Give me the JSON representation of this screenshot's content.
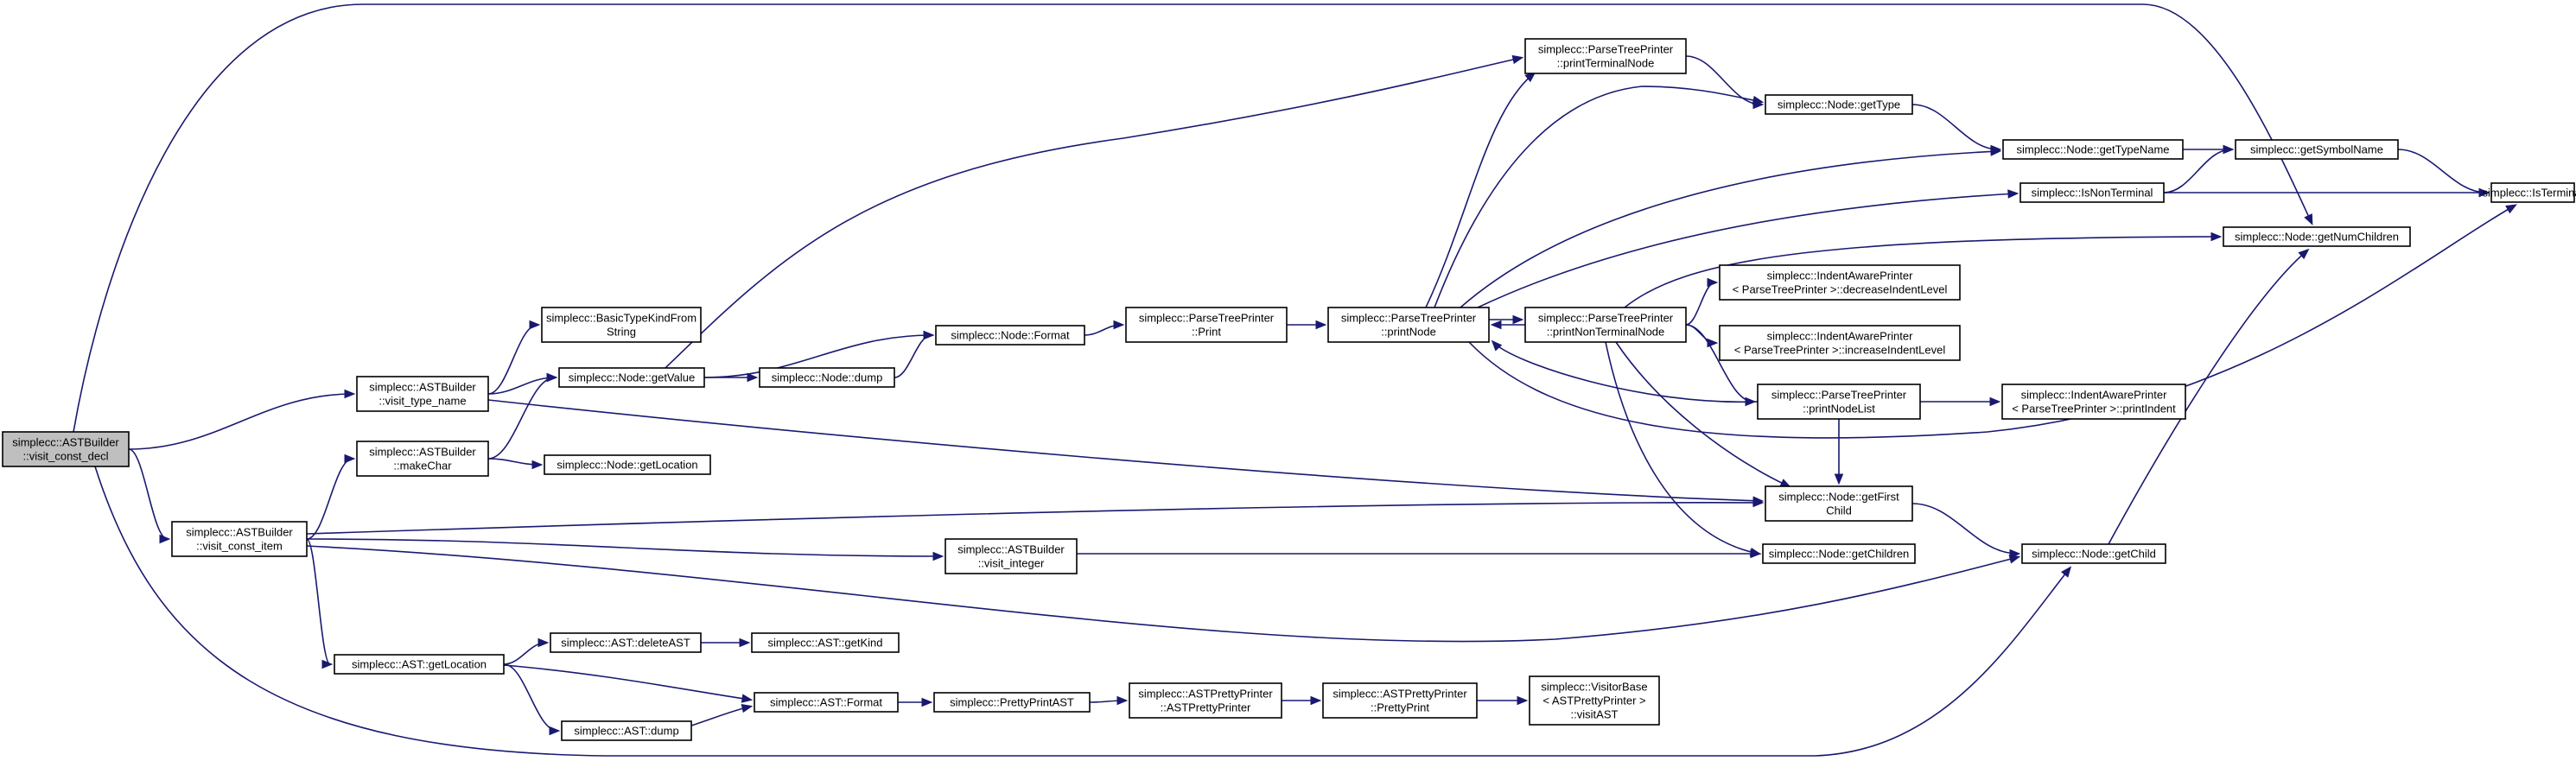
{
  "diagram": {
    "type": "call-graph",
    "colors": {
      "edge": "#191970",
      "node_border": "#000000",
      "node_fill": "#ffffff",
      "root_fill": "#bfbfbf"
    },
    "nodes": [
      {
        "id": "visit_const_decl",
        "lines": [
          "simplecc::ASTBuilder",
          "::visit_const_decl"
        ],
        "root": true
      },
      {
        "id": "visit_type_name",
        "lines": [
          "simplecc::ASTBuilder",
          "::visit_type_name"
        ]
      },
      {
        "id": "visit_const_item",
        "lines": [
          "simplecc::ASTBuilder",
          "::visit_const_item"
        ]
      },
      {
        "id": "BasicTypeKindFromString",
        "lines": [
          "simplecc::BasicTypeKindFrom",
          "String"
        ]
      },
      {
        "id": "Node_getValue",
        "lines": [
          "simplecc::Node::getValue"
        ]
      },
      {
        "id": "makeChar",
        "lines": [
          "simplecc::ASTBuilder",
          "::makeChar"
        ]
      },
      {
        "id": "Node_getLocation",
        "lines": [
          "simplecc::Node::getLocation"
        ]
      },
      {
        "id": "AST_getLocation",
        "lines": [
          "simplecc::AST::getLocation"
        ]
      },
      {
        "id": "AST_deleteAST",
        "lines": [
          "simplecc::AST::deleteAST"
        ]
      },
      {
        "id": "AST_dump",
        "lines": [
          "simplecc::AST::dump"
        ]
      },
      {
        "id": "AST_getKind",
        "lines": [
          "simplecc::AST::getKind"
        ]
      },
      {
        "id": "AST_Format",
        "lines": [
          "simplecc::AST::Format"
        ]
      },
      {
        "id": "PrettyPrintAST",
        "lines": [
          "simplecc::PrettyPrintAST"
        ]
      },
      {
        "id": "ASTPrettyPrinter_ctor",
        "lines": [
          "simplecc::ASTPrettyPrinter",
          "::ASTPrettyPrinter"
        ]
      },
      {
        "id": "ASTPrettyPrinter_PrettyPrint",
        "lines": [
          "simplecc::ASTPrettyPrinter",
          "::PrettyPrint"
        ]
      },
      {
        "id": "VisitorBase_visitAST",
        "lines": [
          "simplecc::VisitorBase",
          "< ASTPrettyPrinter >",
          "::visitAST"
        ]
      },
      {
        "id": "Node_dump",
        "lines": [
          "simplecc::Node::dump"
        ]
      },
      {
        "id": "Node_Format",
        "lines": [
          "simplecc::Node::Format"
        ]
      },
      {
        "id": "visit_integer",
        "lines": [
          "simplecc::ASTBuilder",
          "::visit_integer"
        ]
      },
      {
        "id": "PTP_Print",
        "lines": [
          "simplecc::ParseTreePrinter",
          "::Print"
        ]
      },
      {
        "id": "PTP_printNode",
        "lines": [
          "simplecc::ParseTreePrinter",
          "::printNode"
        ]
      },
      {
        "id": "PTP_printTerminalNode",
        "lines": [
          "simplecc::ParseTreePrinter",
          "::printTerminalNode"
        ]
      },
      {
        "id": "PTP_printNonTerminalNode",
        "lines": [
          "simplecc::ParseTreePrinter",
          "::printNonTerminalNode"
        ]
      },
      {
        "id": "IAP_decreaseIndentLevel",
        "lines": [
          "simplecc::IndentAwarePrinter",
          "< ParseTreePrinter >::decreaseIndentLevel"
        ]
      },
      {
        "id": "IAP_increaseIndentLevel",
        "lines": [
          "simplecc::IndentAwarePrinter",
          "< ParseTreePrinter >::increaseIndentLevel"
        ]
      },
      {
        "id": "PTP_printNodeList",
        "lines": [
          "simplecc::ParseTreePrinter",
          "::printNodeList"
        ]
      },
      {
        "id": "IAP_printIndent",
        "lines": [
          "simplecc::IndentAwarePrinter",
          "< ParseTreePrinter >::printIndent"
        ]
      },
      {
        "id": "Node_getFirstChild",
        "lines": [
          "simplecc::Node::getFirst",
          "Child"
        ]
      },
      {
        "id": "Node_getChildren",
        "lines": [
          "simplecc::Node::getChildren"
        ]
      },
      {
        "id": "Node_getChild",
        "lines": [
          "simplecc::Node::getChild"
        ]
      },
      {
        "id": "Node_getType",
        "lines": [
          "simplecc::Node::getType"
        ]
      },
      {
        "id": "Node_getTypeName",
        "lines": [
          "simplecc::Node::getTypeName"
        ]
      },
      {
        "id": "IsNonTerminal",
        "lines": [
          "simplecc::IsNonTerminal"
        ]
      },
      {
        "id": "getSymbolName",
        "lines": [
          "simplecc::getSymbolName"
        ]
      },
      {
        "id": "IsTerminal",
        "lines": [
          "simplecc::IsTerminal"
        ]
      },
      {
        "id": "Node_getNumChildren",
        "lines": [
          "simplecc::Node::getNumChildren"
        ]
      }
    ],
    "edges": [
      {
        "from": "visit_const_decl",
        "to": "visit_type_name"
      },
      {
        "from": "visit_const_decl",
        "to": "visit_const_item"
      },
      {
        "from": "visit_const_decl",
        "to": "Node_getNumChildren"
      },
      {
        "from": "visit_const_decl",
        "to": "Node_getChild"
      },
      {
        "from": "visit_type_name",
        "to": "BasicTypeKindFromString"
      },
      {
        "from": "visit_type_name",
        "to": "Node_getValue"
      },
      {
        "from": "visit_type_name",
        "to": "Node_getFirstChild"
      },
      {
        "from": "visit_const_item",
        "to": "makeChar"
      },
      {
        "from": "visit_const_item",
        "to": "AST_getLocation"
      },
      {
        "from": "visit_const_item",
        "to": "visit_integer"
      },
      {
        "from": "visit_const_item",
        "to": "Node_getFirstChild"
      },
      {
        "from": "visit_const_item",
        "to": "Node_getChild"
      },
      {
        "from": "makeChar",
        "to": "Node_getValue"
      },
      {
        "from": "makeChar",
        "to": "Node_getLocation"
      },
      {
        "from": "AST_getLocation",
        "to": "AST_deleteAST"
      },
      {
        "from": "AST_getLocation",
        "to": "AST_dump"
      },
      {
        "from": "AST_getLocation",
        "to": "AST_Format"
      },
      {
        "from": "AST_deleteAST",
        "to": "AST_getKind"
      },
      {
        "from": "AST_dump",
        "to": "AST_Format"
      },
      {
        "from": "AST_Format",
        "to": "PrettyPrintAST"
      },
      {
        "from": "PrettyPrintAST",
        "to": "ASTPrettyPrinter_ctor"
      },
      {
        "from": "ASTPrettyPrinter_ctor",
        "to": "ASTPrettyPrinter_PrettyPrint"
      },
      {
        "from": "ASTPrettyPrinter_PrettyPrint",
        "to": "VisitorBase_visitAST"
      },
      {
        "from": "Node_getValue",
        "to": "Node_dump"
      },
      {
        "from": "Node_getValue",
        "to": "Node_Format"
      },
      {
        "from": "Node_getValue",
        "to": "PTP_printTerminalNode"
      },
      {
        "from": "Node_dump",
        "to": "Node_Format"
      },
      {
        "from": "Node_Format",
        "to": "PTP_Print"
      },
      {
        "from": "PTP_Print",
        "to": "PTP_printNode"
      },
      {
        "from": "PTP_printNode",
        "to": "PTP_printTerminalNode"
      },
      {
        "from": "PTP_printNode",
        "to": "PTP_printNonTerminalNode"
      },
      {
        "from": "PTP_printNode",
        "to": "Node_getType"
      },
      {
        "from": "PTP_printNode",
        "to": "Node_getTypeName"
      },
      {
        "from": "PTP_printNode",
        "to": "IsNonTerminal"
      },
      {
        "from": "PTP_printNode",
        "to": "IsTerminal"
      },
      {
        "from": "PTP_printTerminalNode",
        "to": "Node_getType"
      },
      {
        "from": "PTP_printNonTerminalNode",
        "to": "PTP_printNode"
      },
      {
        "from": "PTP_printNonTerminalNode",
        "to": "IAP_decreaseIndentLevel"
      },
      {
        "from": "PTP_printNonTerminalNode",
        "to": "IAP_increaseIndentLevel"
      },
      {
        "from": "PTP_printNonTerminalNode",
        "to": "PTP_printNodeList"
      },
      {
        "from": "PTP_printNonTerminalNode",
        "to": "Node_getFirstChild"
      },
      {
        "from": "PTP_printNonTerminalNode",
        "to": "Node_getChildren"
      },
      {
        "from": "PTP_printNonTerminalNode",
        "to": "Node_getNumChildren"
      },
      {
        "from": "PTP_printNodeList",
        "to": "PTP_printNode"
      },
      {
        "from": "PTP_printNodeList",
        "to": "IAP_printIndent"
      },
      {
        "from": "PTP_printNodeList",
        "to": "Node_getFirstChild"
      },
      {
        "from": "visit_integer",
        "to": "Node_getChildren"
      },
      {
        "from": "Node_getFirstChild",
        "to": "Node_getChild"
      },
      {
        "from": "Node_getChild",
        "to": "Node_getNumChildren"
      },
      {
        "from": "Node_getType",
        "to": "Node_getTypeName"
      },
      {
        "from": "Node_getTypeName",
        "to": "getSymbolName"
      },
      {
        "from": "IsNonTerminal",
        "to": "getSymbolName"
      },
      {
        "from": "IsNonTerminal",
        "to": "IsTerminal"
      },
      {
        "from": "getSymbolName",
        "to": "IsTerminal"
      }
    ]
  }
}
